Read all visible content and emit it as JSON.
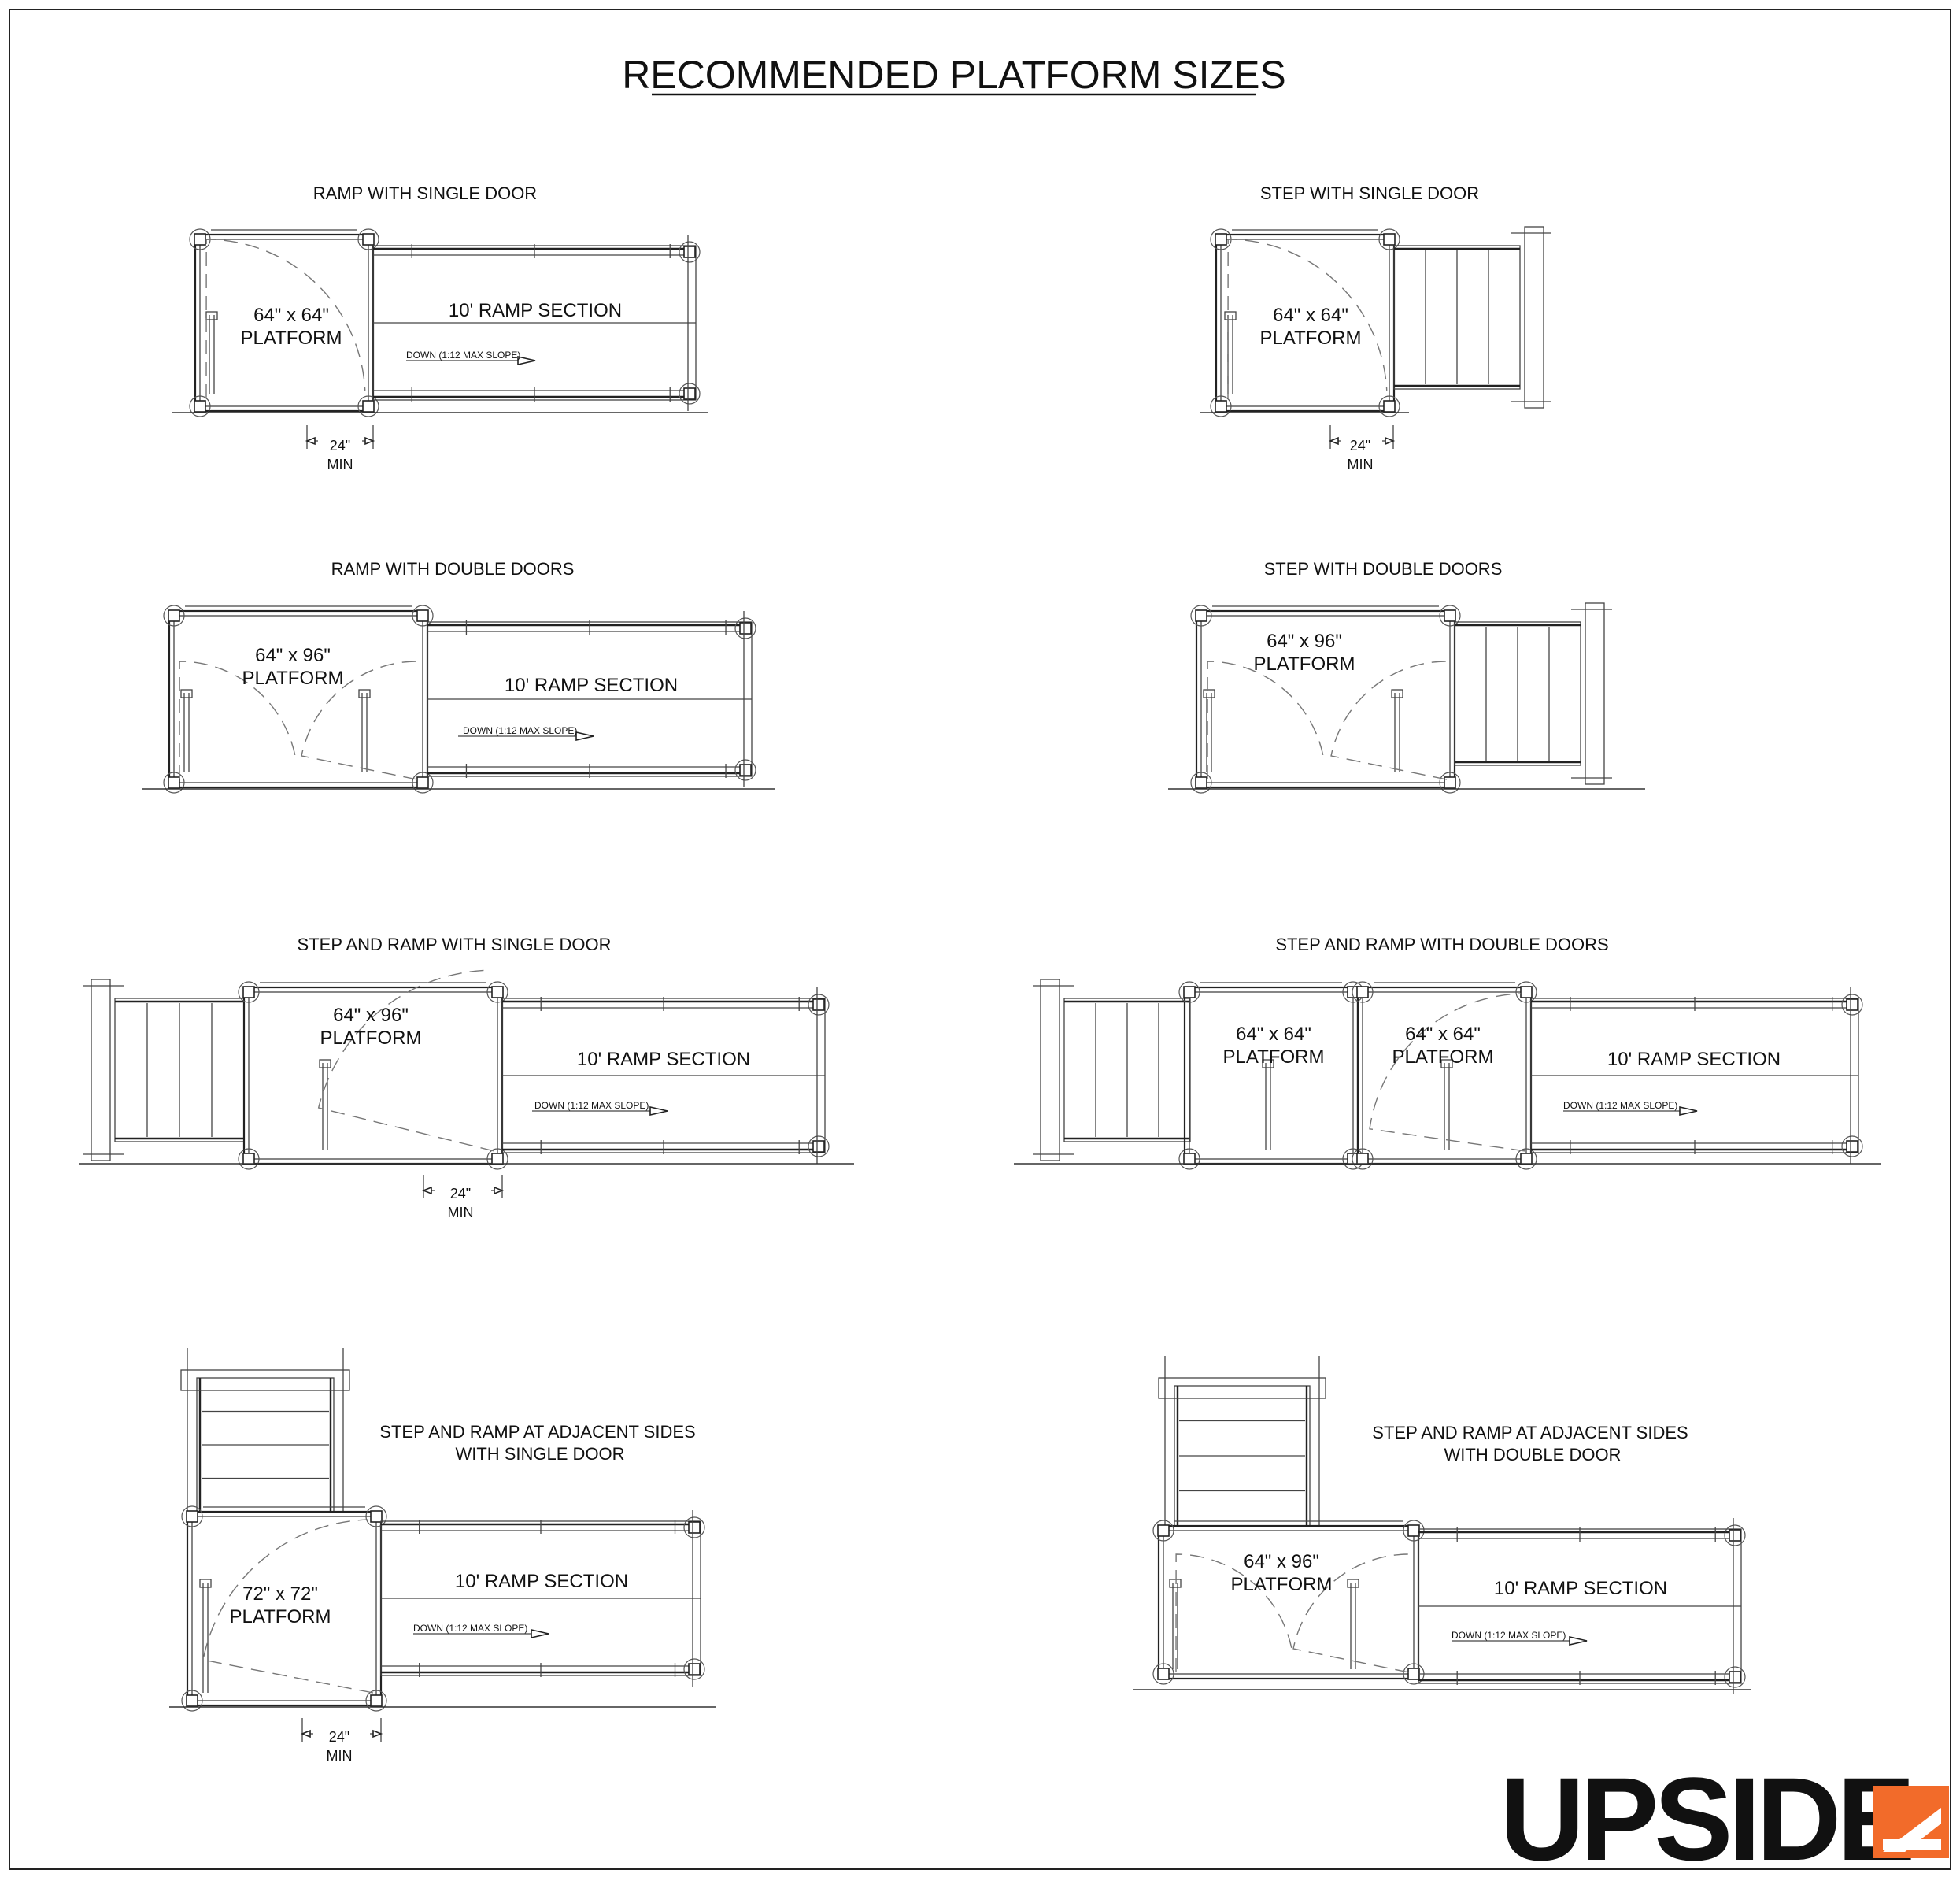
{
  "title": "RECOMMENDED PLATFORM SIZES",
  "brand": {
    "name": "UPSIDE",
    "text_color": "#6d6e70",
    "accent_color": "#f26b2a"
  },
  "labels": {
    "ramp_section": "10' RAMP SECTION",
    "slope_note": "DOWN (1:12 MAX SLOPE)",
    "dim_value": "24\"",
    "dim_min": "MIN",
    "platform_word": "PLATFORM"
  },
  "diagrams": {
    "ramp_single": {
      "title": "RAMP WITH SINGLE DOOR",
      "platform_size": "64\" x 64\""
    },
    "step_single": {
      "title": "STEP WITH SINGLE DOOR",
      "platform_size": "64\" x 64\""
    },
    "ramp_double": {
      "title": "RAMP WITH DOUBLE DOORS",
      "platform_size": "64\" x 96\""
    },
    "step_double": {
      "title": "STEP WITH DOUBLE DOORS",
      "platform_size": "64\" x 96\""
    },
    "step_ramp_single": {
      "title": "STEP AND RAMP WITH SINGLE DOOR",
      "platform_size": "64\" x 96\""
    },
    "step_ramp_double": {
      "title": "STEP AND RAMP WITH DOUBLE DOORS",
      "platform_size_a": "64\" x 64\"",
      "platform_size_b": "64\" x 64\""
    },
    "adjacent_single": {
      "title_line1": "STEP AND RAMP AT ADJACENT SIDES",
      "title_line2": "WITH SINGLE DOOR",
      "platform_size": "72\" x 72\""
    },
    "adjacent_double": {
      "title_line1": "STEP AND RAMP AT ADJACENT SIDES",
      "title_line2": "WITH DOUBLE DOOR",
      "platform_size": "64\" x 96\""
    }
  }
}
